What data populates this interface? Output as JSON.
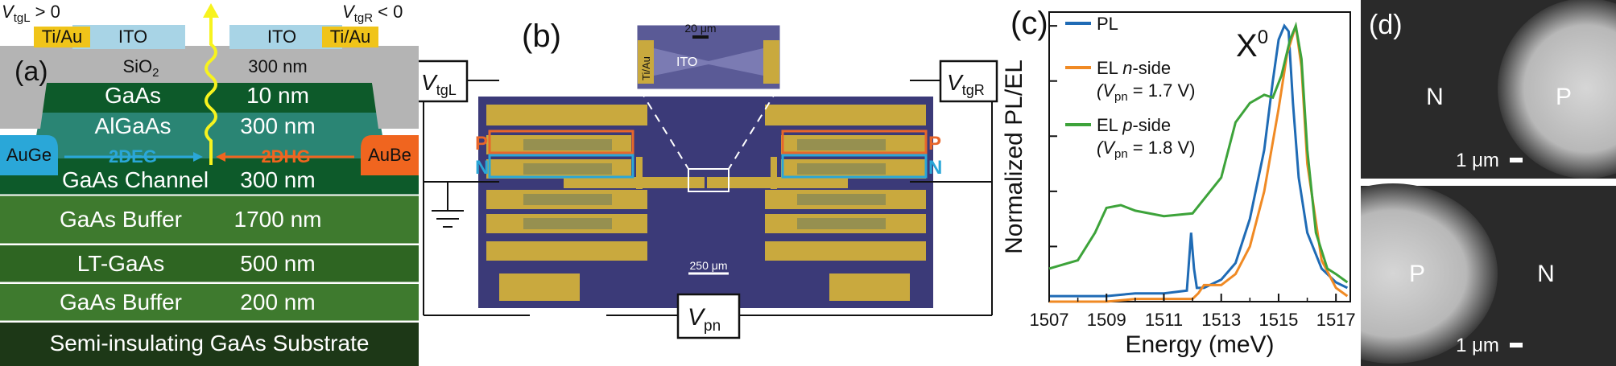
{
  "figure": {
    "panel_a": {
      "letter": "(a)",
      "gate_left": "V",
      "gate_left_sub": "tgL",
      "gate_left_cond": " > 0",
      "gate_right": "V",
      "gate_right_sub": "tgR",
      "gate_right_cond": " < 0",
      "contact_left_top": "Ti/Au",
      "contact_right_top": "Ti/Au",
      "ito_left": "ITO",
      "ito_right": "ITO",
      "contact_left_side": "AuGe",
      "contact_right_side": "AuBe",
      "label_2deg": "2DEG",
      "label_2dhg": "2DHG",
      "layers": [
        {
          "name": "SiO",
          "sub": "2",
          "thickness": "300 nm",
          "color": "#b4b4b4"
        },
        {
          "name": "GaAs",
          "sub": "",
          "thickness": "10 nm",
          "color": "#0d5a2a"
        },
        {
          "name": "AlGaAs",
          "sub": "",
          "thickness": "300 nm",
          "color": "#2a8574"
        },
        {
          "name": "GaAs Channel",
          "sub": "",
          "thickness": "300 nm",
          "color": "#0d5a2a"
        },
        {
          "name": "GaAs Buffer",
          "sub": "",
          "thickness": "1700 nm",
          "color": "#3e7a2e"
        },
        {
          "name": "LT-GaAs",
          "sub": "",
          "thickness": "500 nm",
          "color": "#2e6522"
        },
        {
          "name": "GaAs Buffer",
          "sub": "",
          "thickness": "200 nm",
          "color": "#3e7a2e"
        },
        {
          "name": "Semi-insulating GaAs Substrate",
          "sub": "",
          "thickness": "",
          "color": "#1d3817"
        }
      ]
    },
    "panel_b": {
      "letter": "(b)",
      "v_tgl": "V",
      "v_tgl_sub": "tgL",
      "v_tgr": "V",
      "v_tgr_sub": "tgR",
      "v_pn": "V",
      "v_pn_sub": "pn",
      "label_p": "P",
      "label_n": "N",
      "scale_main": "250 μm",
      "inset_scale": "20 μm",
      "inset_ti_au": "Ti/Au",
      "inset_ito": "ITO",
      "colors": {
        "p_box": "#e8662a",
        "n_box": "#2aa7d8",
        "die": "#3b3a78",
        "gold": "#c9a93e"
      }
    },
    "panel_c": {
      "letter": "(c)",
      "peak_label": "X",
      "peak_sup": "0",
      "chart_data": {
        "type": "line",
        "xlabel": "Energy (meV)",
        "ylabel": "Normalized PL/EL",
        "xlim": [
          1507,
          1517.5
        ],
        "ylim": [
          0,
          1.05
        ],
        "x_ticks": [
          1507,
          1509,
          1511,
          1513,
          1515,
          1517
        ],
        "legend_position": "top-left",
        "series": [
          {
            "name": "PL",
            "color": "#1f6bb5",
            "x": [
              1507,
              1508,
              1509,
              1510,
              1511,
              1511.8,
              1511.95,
              1512.05,
              1512.15,
              1512.4,
              1513,
              1513.5,
              1514,
              1514.5,
              1514.8,
              1515,
              1515.2,
              1515.35,
              1515.5,
              1515.7,
              1516,
              1516.5,
              1517,
              1517.4
            ],
            "y": [
              0.02,
              0.02,
              0.02,
              0.03,
              0.03,
              0.04,
              0.25,
              0.12,
              0.05,
              0.05,
              0.08,
              0.14,
              0.3,
              0.55,
              0.8,
              0.95,
              1.0,
              0.98,
              0.72,
              0.45,
              0.25,
              0.12,
              0.07,
              0.05
            ]
          },
          {
            "name": "EL n-side",
            "color": "#f08a24",
            "x": [
              1507,
              1508,
              1509,
              1510,
              1511,
              1512,
              1512.2,
              1512.4,
              1513,
              1513.5,
              1514,
              1514.5,
              1515,
              1515.3,
              1515.6,
              1515.8,
              1516,
              1516.5,
              1517,
              1517.4
            ],
            "y": [
              0.0,
              0.0,
              0.0,
              0.01,
              0.01,
              0.01,
              0.03,
              0.06,
              0.06,
              0.1,
              0.2,
              0.4,
              0.7,
              0.9,
              1.0,
              0.85,
              0.5,
              0.15,
              0.05,
              0.02
            ]
          },
          {
            "name": "EL p-side",
            "color": "#3da33a",
            "x": [
              1507,
              1508,
              1508.6,
              1509,
              1509.5,
              1510,
              1511,
              1512,
              1513,
              1513.5,
              1514,
              1514.5,
              1514.8,
              1515.1,
              1515.4,
              1515.6,
              1515.8,
              1516,
              1516.3,
              1516.7,
              1517,
              1517.4
            ],
            "y": [
              0.12,
              0.15,
              0.25,
              0.34,
              0.35,
              0.33,
              0.31,
              0.32,
              0.45,
              0.65,
              0.72,
              0.75,
              0.74,
              0.82,
              0.95,
              1.0,
              0.88,
              0.55,
              0.25,
              0.12,
              0.1,
              0.07
            ]
          }
        ]
      },
      "legend": [
        {
          "line1": "PL",
          "line2": ""
        },
        {
          "line1": "EL n-side",
          "line2": "(V",
          "sub": "pn",
          "line2_tail": " = 1.7 V)"
        },
        {
          "line1": "EL p-side",
          "line2": "(V",
          "sub": "pn",
          "line2_tail": " = 1.8 V)"
        }
      ]
    },
    "panel_d": {
      "letter": "(d)",
      "top": {
        "left": "N",
        "right": "P",
        "scale": "1 μm"
      },
      "bottom": {
        "left": "P",
        "right": "N",
        "scale": "1 μm"
      }
    }
  }
}
